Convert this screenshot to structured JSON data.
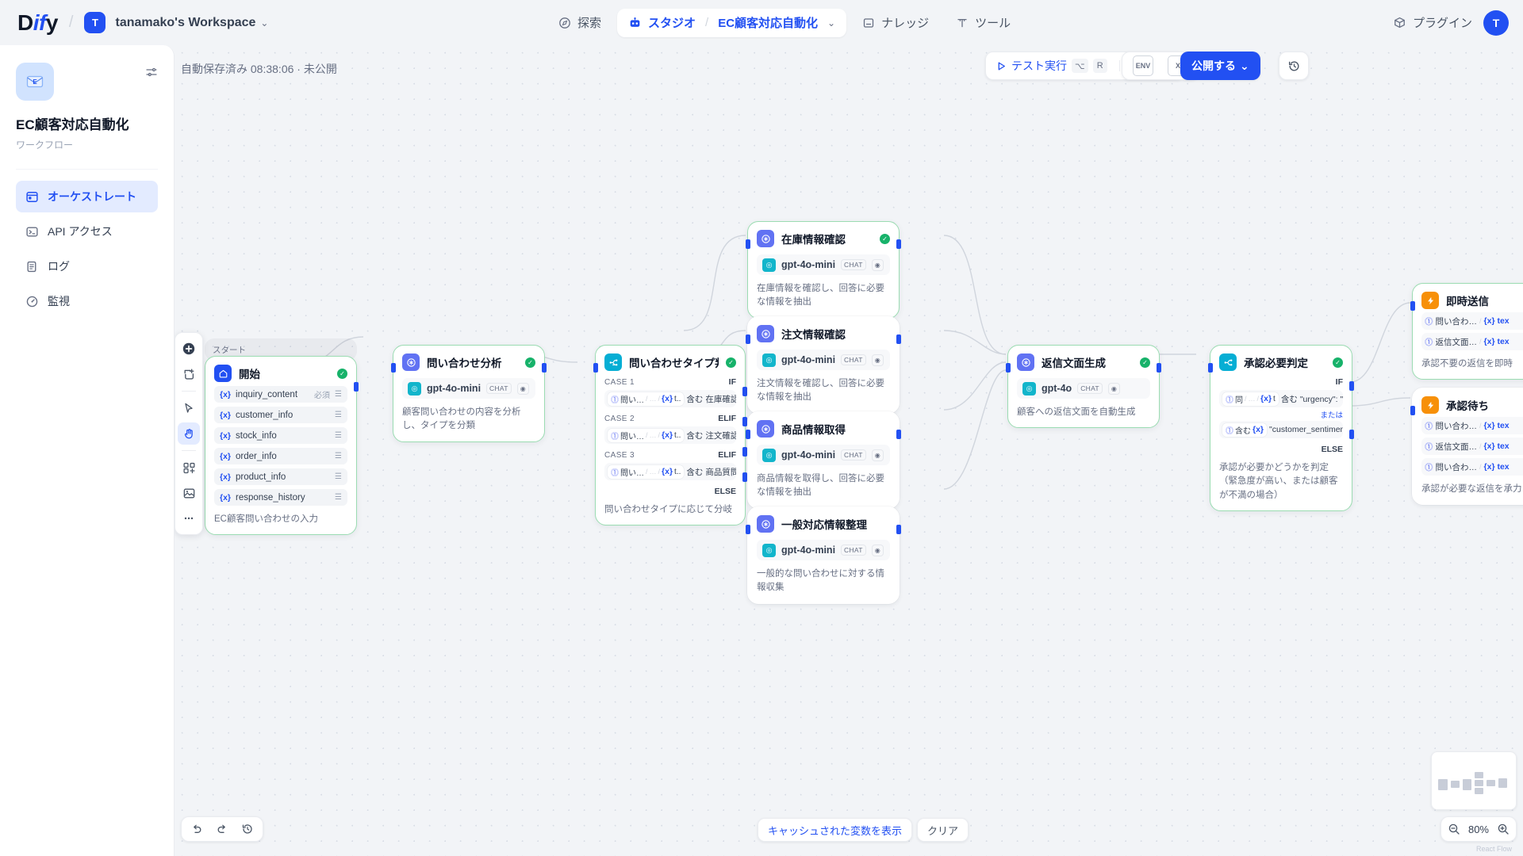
{
  "topbar": {
    "logo": "Dify",
    "workspace_initial": "T",
    "workspace_name": "tanamako's Workspace",
    "nav": [
      {
        "label": "探索",
        "icon": "compass-icon"
      },
      {
        "label": "スタジオ",
        "icon": "robot-icon"
      },
      {
        "label": "ナレッジ",
        "icon": "book-icon"
      },
      {
        "label": "ツール",
        "icon": "tool-icon"
      }
    ],
    "app_breadcrumb": "EC顧客対応自動化",
    "plugin_label": "プラグイン",
    "user_initial": "T"
  },
  "sidebar": {
    "app_icon": "mail-icon",
    "app_title": "EC顧客対応自動化",
    "app_subtitle": "ワークフロー",
    "settings_icon": "sliders-icon",
    "items": [
      {
        "label": "オーケストレート",
        "icon": "orchestrate-icon",
        "active": true
      },
      {
        "label": "API アクセス",
        "icon": "terminal-icon",
        "active": false
      },
      {
        "label": "ログ",
        "icon": "log-icon",
        "active": false
      },
      {
        "label": "監視",
        "icon": "monitor-icon",
        "active": false
      }
    ]
  },
  "toolbar": {
    "save_status": "自動保存済み 08:38:06 · 未公開",
    "run_label": "テスト実行",
    "run_kbd_1": "⌥",
    "run_kbd_2": "R",
    "run_icon": "play-icon",
    "history_run_icon": "run-history-icon",
    "checklist_icon": "checklist-icon",
    "env_label": "ENV",
    "var_label": "X",
    "publish_label": "公開する",
    "version_icon": "version-history-icon"
  },
  "mini_tools": [
    {
      "icon": "add-node-icon",
      "name": "add-node",
      "active": false
    },
    {
      "icon": "add-note-icon",
      "name": "add-note",
      "active": false
    },
    {
      "icon": "pointer-icon",
      "name": "pointer-tool",
      "active": false
    },
    {
      "icon": "hand-icon",
      "name": "hand-tool",
      "active": true
    },
    {
      "icon": "organize-icon",
      "name": "organize-blocks",
      "active": false
    },
    {
      "icon": "export-image-icon",
      "name": "export-image",
      "active": false
    },
    {
      "icon": "more-icon",
      "name": "more-options",
      "active": false
    }
  ],
  "canvas": {
    "start_group_label": "スタート",
    "nodes": [
      {
        "id": "start",
        "type": "start",
        "title": "開始",
        "icon": "home-icon",
        "selected": true,
        "checked": true,
        "variables": [
          {
            "name": "inquiry_content",
            "required": "必須"
          },
          {
            "name": "customer_info",
            "required": ""
          },
          {
            "name": "stock_info",
            "required": ""
          },
          {
            "name": "order_info",
            "required": ""
          },
          {
            "name": "product_info",
            "required": ""
          },
          {
            "name": "response_history",
            "required": ""
          }
        ],
        "desc": "EC顧客問い合わせの入力"
      },
      {
        "id": "analyze",
        "type": "llm",
        "title": "問い合わせ分析",
        "icon": "llm-icon",
        "selected": true,
        "checked": true,
        "model": "gpt-4o-mini",
        "model_tag": "CHAT",
        "desc": "顧客問い合わせの内容を分析し、タイプを分類"
      },
      {
        "id": "classify",
        "type": "ifelse",
        "title": "問い合わせタイプ判定",
        "icon": "branch-icon",
        "selected": true,
        "checked": true,
        "cases": [
          {
            "name": "CASE 1",
            "op": "IF",
            "var": "問い…",
            "sub": "…",
            "type": "t..",
            "operator": "含む",
            "value": "在庫確認"
          },
          {
            "name": "CASE 2",
            "op": "ELIF",
            "var": "問い…",
            "sub": "…",
            "type": "t..",
            "operator": "含む",
            "value": "注文確認"
          },
          {
            "name": "CASE 3",
            "op": "ELIF",
            "var": "問い…",
            "sub": "…",
            "type": "t..",
            "operator": "含む",
            "value": "商品質問"
          }
        ],
        "else_label": "ELSE",
        "desc": "問い合わせタイプに応じて分岐"
      },
      {
        "id": "stock",
        "type": "llm",
        "title": "在庫情報確認",
        "icon": "llm-icon",
        "selected": true,
        "checked": true,
        "model": "gpt-4o-mini",
        "model_tag": "CHAT",
        "desc": "在庫情報を確認し、回答に必要な情報を抽出"
      },
      {
        "id": "order",
        "type": "llm",
        "title": "注文情報確認",
        "icon": "llm-icon",
        "selected": false,
        "checked": false,
        "model": "gpt-4o-mini",
        "model_tag": "CHAT",
        "desc": "注文情報を確認し、回答に必要な情報を抽出"
      },
      {
        "id": "product",
        "type": "llm",
        "title": "商品情報取得",
        "icon": "llm-icon",
        "selected": false,
        "checked": false,
        "model": "gpt-4o-mini",
        "model_tag": "CHAT",
        "desc": "商品情報を取得し、回答に必要な情報を抽出"
      },
      {
        "id": "general",
        "type": "llm",
        "title": "一般対応情報整理",
        "icon": "llm-icon",
        "selected": false,
        "checked": false,
        "model": "gpt-4o-mini",
        "model_tag": "CHAT",
        "desc": "一般的な問い合わせに対する情報収集"
      },
      {
        "id": "reply",
        "type": "llm",
        "title": "返信文面生成",
        "icon": "llm-icon",
        "selected": true,
        "checked": true,
        "model": "gpt-4o",
        "model_tag": "CHAT",
        "desc": "顧客への返信文面を自動生成"
      },
      {
        "id": "approval",
        "type": "ifelse",
        "title": "承認必要判定",
        "icon": "branch-icon",
        "selected": true,
        "checked": true,
        "if_label": "IF",
        "conditions": [
          {
            "var": "同",
            "sub": "…",
            "type": "t",
            "operator": "含む",
            "value": "\"urgency\": \"高\""
          },
          {
            "var": "含む",
            "sub": "",
            "type": "",
            "operator": "",
            "value": "\"customer_sentiment\": \"…"
          }
        ],
        "or_label": "または",
        "else_label": "ELSE",
        "desc": "承認が必要かどうかを判定（緊急度が高い、または顧客が不満の場合）"
      },
      {
        "id": "send_now",
        "type": "answer",
        "title": "即時送信",
        "icon": "answer-icon",
        "selected": true,
        "checked": false,
        "variables": [
          {
            "name": "問い合わ…",
            "type": "{x} tex"
          },
          {
            "name": "返信文面…",
            "type": "{x} tex"
          }
        ],
        "desc": "承認不要の返信を即時"
      },
      {
        "id": "await_approval",
        "type": "answer",
        "title": "承認待ち",
        "icon": "answer-icon",
        "selected": false,
        "checked": false,
        "variables": [
          {
            "name": "問い合わ…",
            "type": "{x} tex"
          },
          {
            "name": "返信文面…",
            "type": "{x} tex"
          },
          {
            "name": "問い合わ…",
            "type": "{x} tex"
          }
        ],
        "desc": "承認が必要な返信を承力"
      }
    ]
  },
  "bottom": {
    "undo_icon": "undo-icon",
    "redo_icon": "redo-icon",
    "history_icon": "history-icon",
    "cache_label": "キャッシュされた変数を表示",
    "clear_label": "クリア",
    "zoom_out_icon": "zoom-out-icon",
    "zoom_value": "80%",
    "zoom_in_icon": "zoom-in-icon",
    "credit": "React Flow"
  }
}
